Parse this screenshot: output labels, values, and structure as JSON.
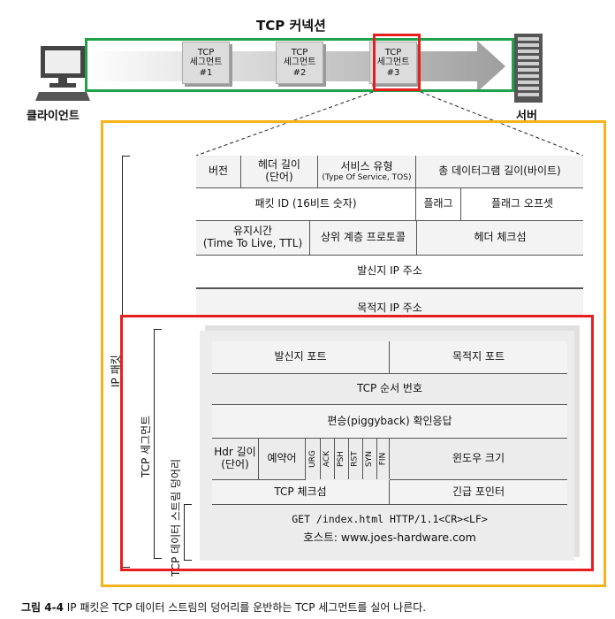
{
  "title": "TCP 커넥션",
  "client_label": "클라이언트",
  "server_label": "서버",
  "segments": [
    {
      "line1": "TCP",
      "line2": "세그먼트",
      "line3": "#1"
    },
    {
      "line1": "TCP",
      "line2": "세그먼트",
      "line3": "#2"
    },
    {
      "line1": "TCP",
      "line2": "세그먼트",
      "line3": "#3"
    }
  ],
  "ip_header": {
    "version": "버전",
    "header_length": "헤더 길이\n(단어)",
    "tos_line1": "서비스 유형",
    "tos_line2": "(Type Of Service, TOS)",
    "total_length": "총 데이터그램 길이(바이트)",
    "packet_id": "패킷 ID (16비트 숫자)",
    "flags": "플래그",
    "flag_offset": "플래그 오프셋",
    "ttl": "유지시간\n(Time To Live, TTL)",
    "protocol": "상위 계층 프로토콜",
    "checksum": "헤더 체크섬",
    "src_ip": "발신지 IP 주소",
    "dst_ip": "목적지 IP 주소"
  },
  "tcp_header": {
    "src_port": "발신지 포트",
    "dst_port": "목적지 포트",
    "seq": "TCP 순서 번호",
    "ack": "편승(piggyback) 확인응답",
    "hdr_len": "Hdr 길이\n(단어)",
    "reserved": "예약어",
    "flags": [
      "URG",
      "ACK",
      "PSH",
      "RST",
      "SYN",
      "FIN"
    ],
    "window": "윈도우 크기",
    "checksum": "TCP 체크섬",
    "urgent": "긴급 포인터"
  },
  "data": {
    "line1": "GET /index.html HTTP/1.1<CR><LF>",
    "line2": "호스트: www.joes-hardware.com"
  },
  "side_labels": {
    "ip_packet": "IP 패킷",
    "tcp_segment": "TCP 세그먼트",
    "tcp_data": "TCP 데이터 스트림 덩어리"
  },
  "caption_prefix": "그림 4-4",
  "caption_text": " IP 패킷은 TCP 데이터 스트림의 덩어리를 운반하는 TCP 세그먼트를 실어 나른다.",
  "colors": {
    "green": "#1fa24a",
    "red": "#e81e1e",
    "orange": "#f5b41a"
  }
}
